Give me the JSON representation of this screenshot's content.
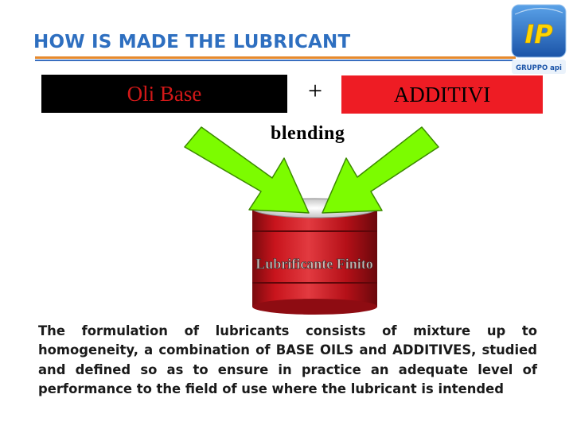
{
  "title": "HOW IS MADE THE LUBRICANT",
  "logo": {
    "brand": "IP",
    "subtext": "GRUPPO api"
  },
  "colors": {
    "title": "#2e6fc0",
    "rule_orange": "#e68a2e",
    "arrow": "#7cfc00",
    "drum": "#c8141c"
  },
  "diagram": {
    "base_label": "Oli Base",
    "plus": "+",
    "additive_label": "ADDITIVI",
    "process_label": "blending",
    "product_label": "Lubrificante Finito"
  },
  "description": "The formulation of lubricants consists of mixture up to homogeneity, a combination of BASE OILS and ADDITIVES, studied and defined so as to ensure in practice an adequate level of performance to the field of use where the lubricant is intended"
}
